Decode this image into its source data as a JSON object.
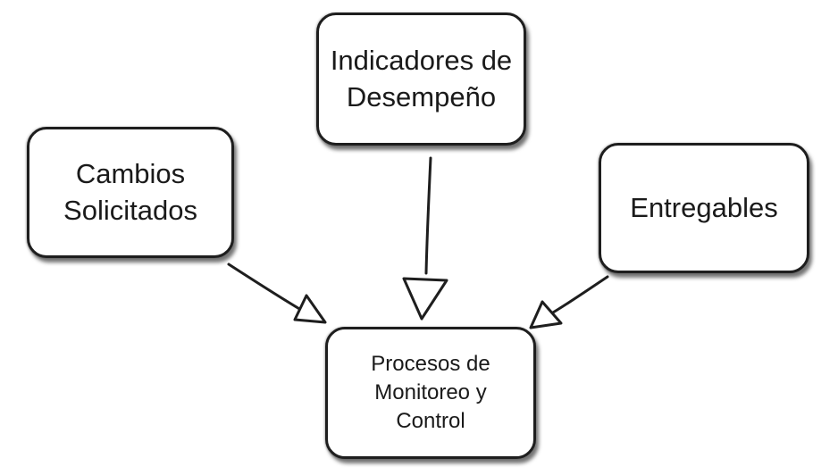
{
  "diagram": {
    "nodes": [
      {
        "id": "indicadores",
        "label": "Indicadores de\nDesempeño"
      },
      {
        "id": "cambios",
        "label": "Cambios\nSolicitados"
      },
      {
        "id": "entregables",
        "label": "Entregables"
      },
      {
        "id": "procesos",
        "label": "Procesos de\nMonitoreo y\nControl"
      }
    ],
    "edges": [
      {
        "from": "cambios",
        "to": "procesos"
      },
      {
        "from": "indicadores",
        "to": "procesos"
      },
      {
        "from": "entregables",
        "to": "procesos"
      }
    ]
  }
}
